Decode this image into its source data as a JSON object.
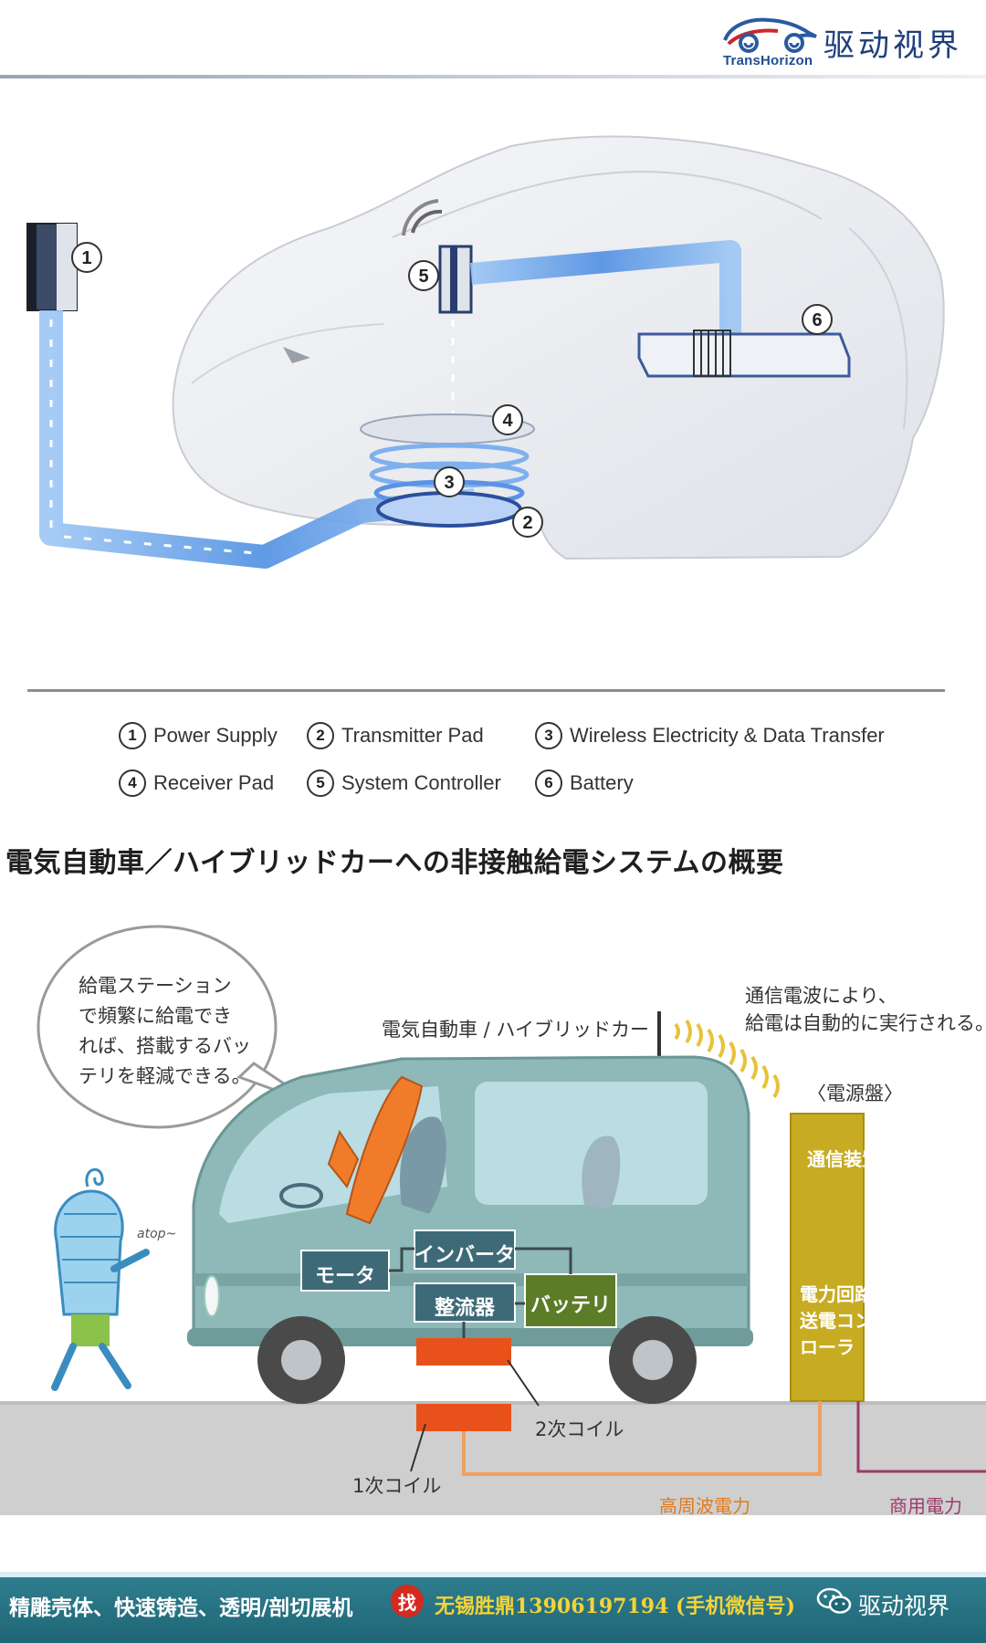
{
  "header": {
    "logo_en": "TransHorizon",
    "logo_cn": "驱动视界",
    "accent": "#1f4f8f"
  },
  "top_diagram": {
    "callouts": [
      "1",
      "2",
      "3",
      "4",
      "5",
      "6"
    ],
    "legend": [
      {
        "num": "1",
        "label": "Power Supply"
      },
      {
        "num": "2",
        "label": "Transmitter Pad"
      },
      {
        "num": "3",
        "label": "Wireless Electricity & Data Transfer"
      },
      {
        "num": "4",
        "label": "Receiver Pad"
      },
      {
        "num": "5",
        "label": "System Controller"
      },
      {
        "num": "6",
        "label": "Battery"
      }
    ],
    "energy_color": "#5b9be8"
  },
  "caption": "電気自動車／ハイブリッドカーへの非接触給電システムの概要",
  "bottom_diagram": {
    "speech_lines": [
      "給電ステーション",
      "で頻繁に給電でき",
      "れば、搭載するバッ",
      "テリを軽減できる。"
    ],
    "vehicle_label": "電気自動車 / ハイブリッドカー",
    "signal_lines": [
      "通信電波により、",
      "給電は自動的に実行される。"
    ],
    "power_panel_label": "〈電源盤〉",
    "comm_device": "通信装置",
    "power_circuit_lines": [
      "電力回路、",
      "送電コント",
      "ローラ"
    ],
    "motor": "モータ",
    "inverter": "インバータ",
    "rectifier": "整流器",
    "battery": "バッテリ",
    "secondary_coil": "2次コイル",
    "primary_coil": "1次コイル",
    "hf_power": "高周波電力",
    "commercial_power": "商用電力",
    "mascot_sound": "atop~",
    "colors": {
      "car_body": "#8fb8b8",
      "box": "#3e6a78",
      "battery_box": "#5c7c28",
      "coil": "#e8521a",
      "panel": "#c7ab22"
    }
  },
  "footer": {
    "text_main": "精雕壳体、快速铸造、透明/剖切展机",
    "badge": "找",
    "text_contact": "无锡胜鼎13906197194 (手机微信号)",
    "text_brand": "驱动视界"
  }
}
